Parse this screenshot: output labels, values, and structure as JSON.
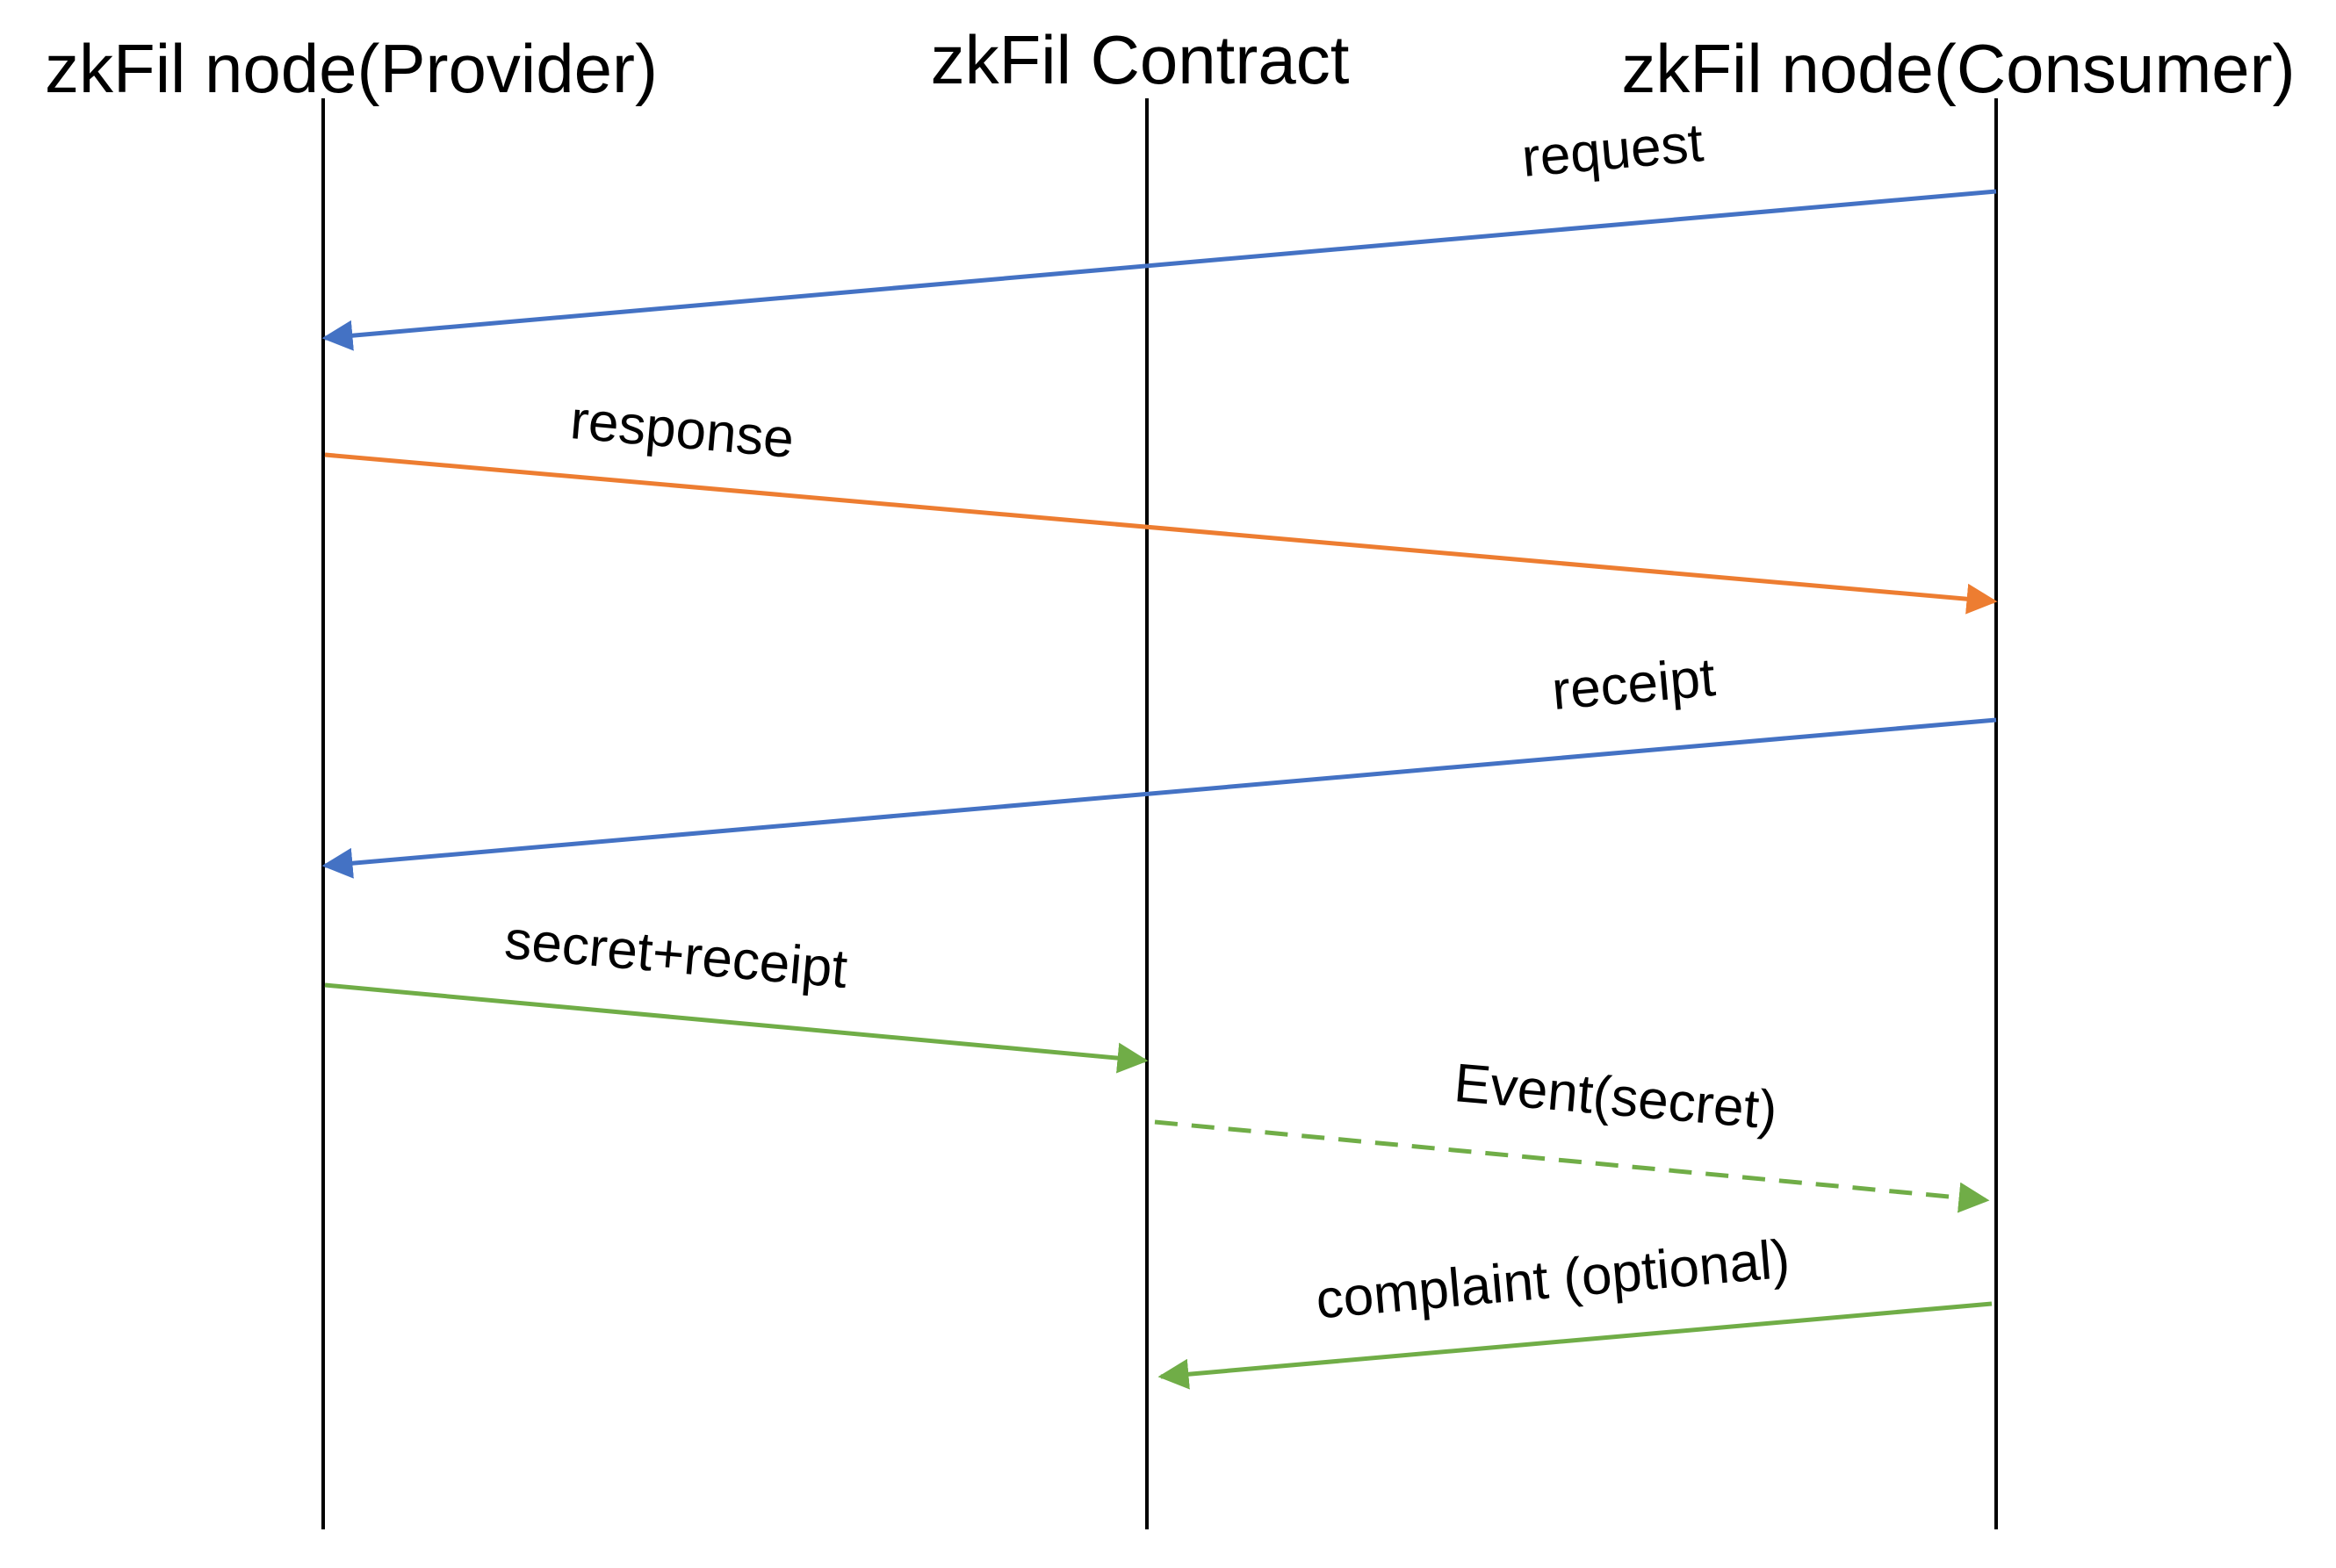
{
  "colors": {
    "background": "#ffffff",
    "lifeline": "#000000",
    "blue": "#4472c4",
    "orange": "#ed7d31",
    "green": "#70ad47",
    "text": "#000000"
  },
  "actors": [
    {
      "id": "provider",
      "label": "zkFil node(Provider)"
    },
    {
      "id": "contract",
      "label": "zkFil Contract"
    },
    {
      "id": "consumer",
      "label": "zkFil node(Consumer)"
    }
  ],
  "messages": [
    {
      "id": "request",
      "label": "request",
      "from": "consumer",
      "to": "provider",
      "color": "blue",
      "style": "solid"
    },
    {
      "id": "response",
      "label": "response",
      "from": "provider",
      "to": "consumer",
      "color": "orange",
      "style": "solid"
    },
    {
      "id": "receipt",
      "label": "receipt",
      "from": "consumer",
      "to": "provider",
      "color": "blue",
      "style": "solid"
    },
    {
      "id": "secret-receipt",
      "label": "secret+receipt",
      "from": "provider",
      "to": "contract",
      "color": "green",
      "style": "solid"
    },
    {
      "id": "event-secret",
      "label": "Event(secret)",
      "from": "contract",
      "to": "consumer",
      "color": "green",
      "style": "dashed"
    },
    {
      "id": "complaint",
      "label": "complaint (optional)",
      "from": "consumer",
      "to": "contract",
      "color": "green",
      "style": "solid"
    }
  ]
}
